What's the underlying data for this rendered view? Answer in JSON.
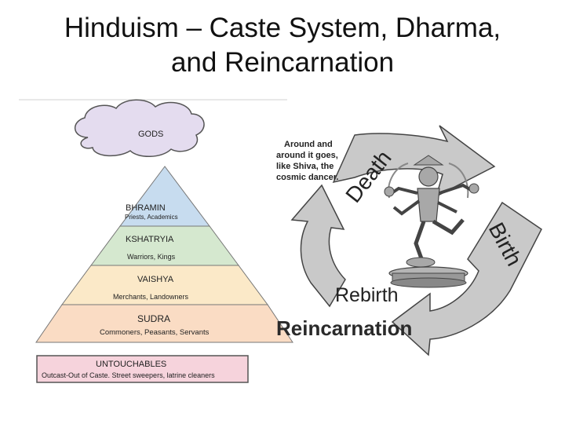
{
  "slide": {
    "title_line1": "Hinduism – Caste System, Dharma,",
    "title_line2": "and Reincarnation"
  },
  "caste_pyramid": {
    "gods_label": "GODS",
    "tiers": [
      {
        "name": "BHRAMIN",
        "desc": "Priests, Academics",
        "color": "#c7dcef"
      },
      {
        "name": "KSHATRYIA",
        "desc": "Warriors, Kings",
        "color": "#d5e8cf"
      },
      {
        "name": "VAISHYA",
        "desc": "Merchants, Landowners",
        "color": "#fbe9c8"
      },
      {
        "name": "SUDRA",
        "desc": "Commoners, Peasants, Servants",
        "color": "#fadcc4"
      }
    ],
    "untouchables": {
      "name": "UNTOUCHABLES",
      "desc": "Outcast-Out of Caste. Street sweepers, latrine cleaners",
      "color": "#f6d3dc"
    },
    "gods_color": "#e4dcef"
  },
  "reincarnation_cycle": {
    "caption_line1": "Around and",
    "caption_line2": "around it goes,",
    "caption_line3": "like Shiva, the",
    "caption_line4": "cosmic dancer.",
    "death_label": "Death",
    "birth_label": "Birth",
    "rebirth_label": "Rebirth",
    "footer_label": "Reincarnation",
    "arrow_color": "#c9c9c9",
    "figure_color": "#a8a8a8"
  }
}
